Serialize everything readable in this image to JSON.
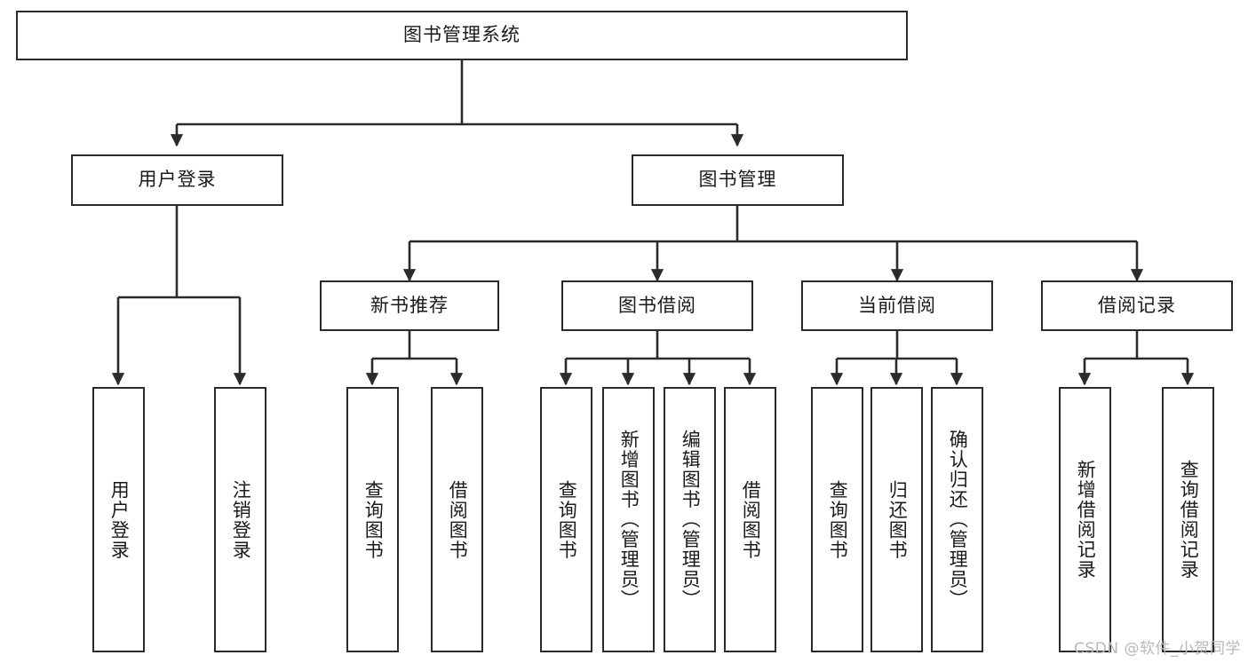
{
  "diagram": {
    "title": "图书管理系统",
    "type": "hierarchy-tree",
    "watermark": "CSDN @软件_小贺同学",
    "colors": {
      "stroke": "#2b2b2b",
      "fill": "#ffffff",
      "text": "#1a1a1a",
      "watermark": "#b9b9b9"
    },
    "root": {
      "label": "图书管理系统"
    },
    "level2": [
      {
        "label": "用户登录"
      },
      {
        "label": "图书管理"
      }
    ],
    "level3": [
      {
        "label": "新书推荐"
      },
      {
        "label": "图书借阅"
      },
      {
        "label": "当前借阅"
      },
      {
        "label": "借阅记录"
      }
    ],
    "leaves": {
      "user_login": [
        {
          "label": "用户登录"
        },
        {
          "label": "注销登录"
        }
      ],
      "new_book_recommend": [
        {
          "label": "查询图书"
        },
        {
          "label": "借阅图书"
        }
      ],
      "book_borrow": [
        {
          "label": "查询图书"
        },
        {
          "label": "新增图书（管理员）"
        },
        {
          "label": "编辑图书（管理员）"
        },
        {
          "label": "借阅图书"
        }
      ],
      "current_borrow": [
        {
          "label": "查询图书"
        },
        {
          "label": "归还图书"
        },
        {
          "label": "确认归还（管理员）"
        }
      ],
      "borrow_record": [
        {
          "label": "新增借阅记录"
        },
        {
          "label": "查询借阅记录"
        }
      ]
    }
  }
}
